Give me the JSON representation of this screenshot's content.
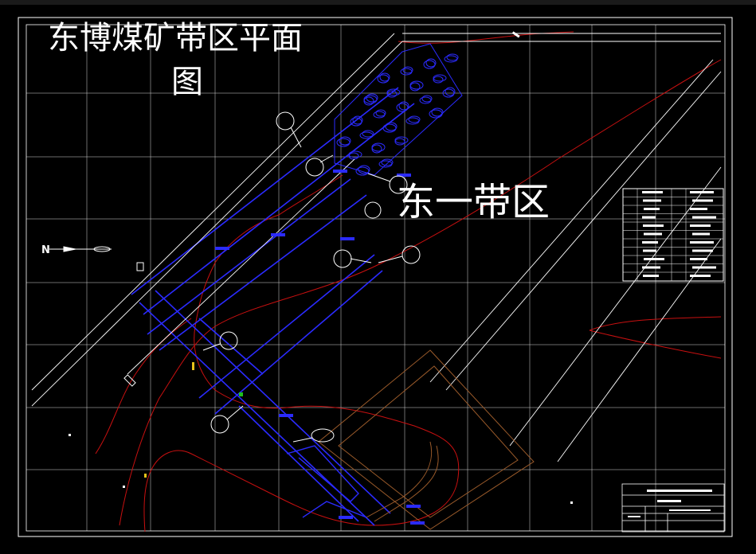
{
  "drawing": {
    "title_line1": "东博煤矿带区平面",
    "title_line2": "图",
    "zone_label": "东一带区",
    "north_symbol": "N"
  },
  "colors": {
    "background": "#000000",
    "grid": "#ffffff",
    "roadway": "#2b2bff",
    "contour": "#c81010",
    "boundary": "#9a5a2a",
    "symbol": "#ffffff"
  },
  "icons": [
    "north-arrow-icon",
    "equipment-callout-icon",
    "legend-table-icon",
    "title-block-icon"
  ]
}
